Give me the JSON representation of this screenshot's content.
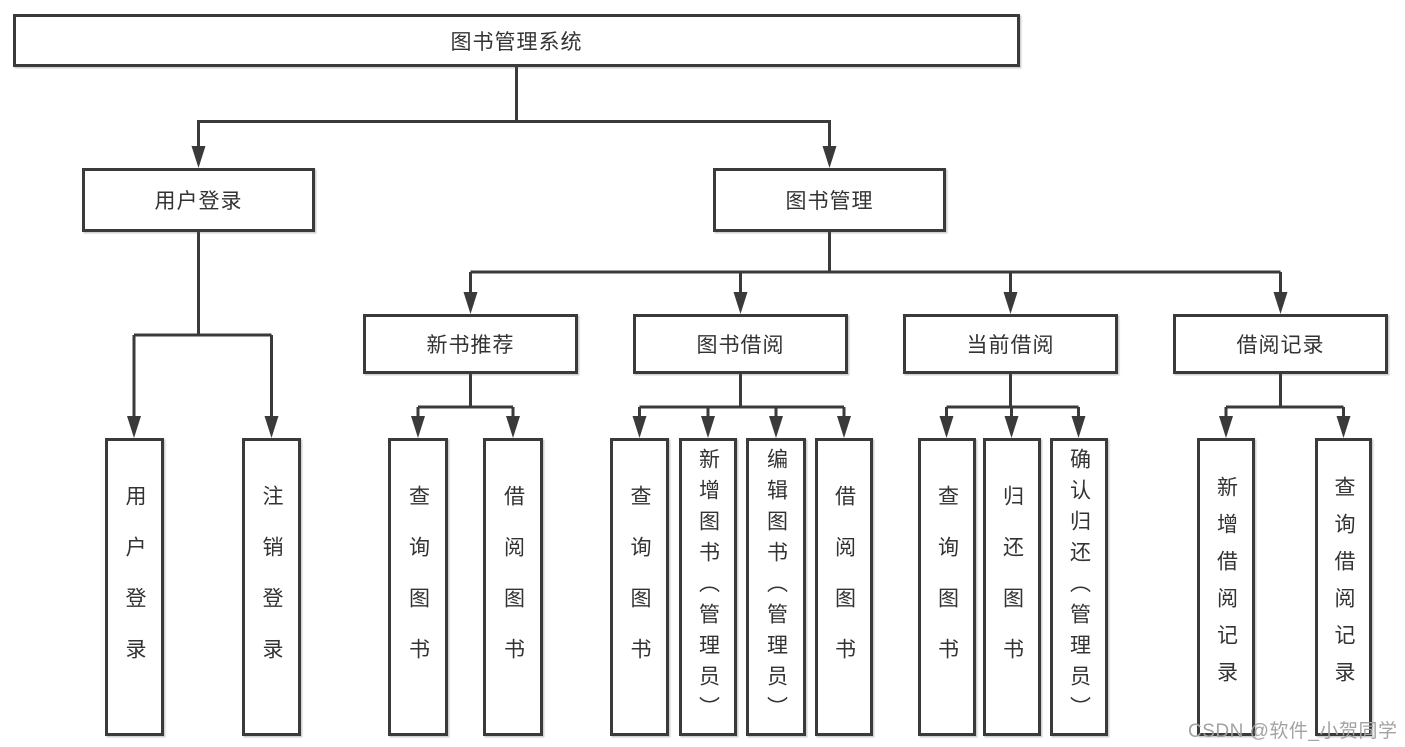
{
  "diagram": {
    "root": "图书管理系统",
    "branches": [
      {
        "label": "用户登录",
        "children": [
          "用户登录",
          "注销登录"
        ]
      },
      {
        "label": "图书管理",
        "sections": [
          {
            "label": "新书推荐",
            "children": [
              "查询图书",
              "借阅图书"
            ]
          },
          {
            "label": "图书借阅",
            "children": [
              "查询图书",
              "新增图书（管理员）",
              "编辑图书（管理员）",
              "借阅图书"
            ]
          },
          {
            "label": "当前借阅",
            "children": [
              "查询图书",
              "归还图书",
              "确认归还（管理员）"
            ]
          },
          {
            "label": "借阅记录",
            "children": [
              "新增借阅记录",
              "查询借阅记录"
            ]
          }
        ]
      }
    ]
  },
  "watermark": "CSDN @软件_小贺同学",
  "colors": {
    "line": "#3a3a3a",
    "text": "#333333",
    "box_background": "#ffffff",
    "watermark": "#a3a3a3"
  }
}
